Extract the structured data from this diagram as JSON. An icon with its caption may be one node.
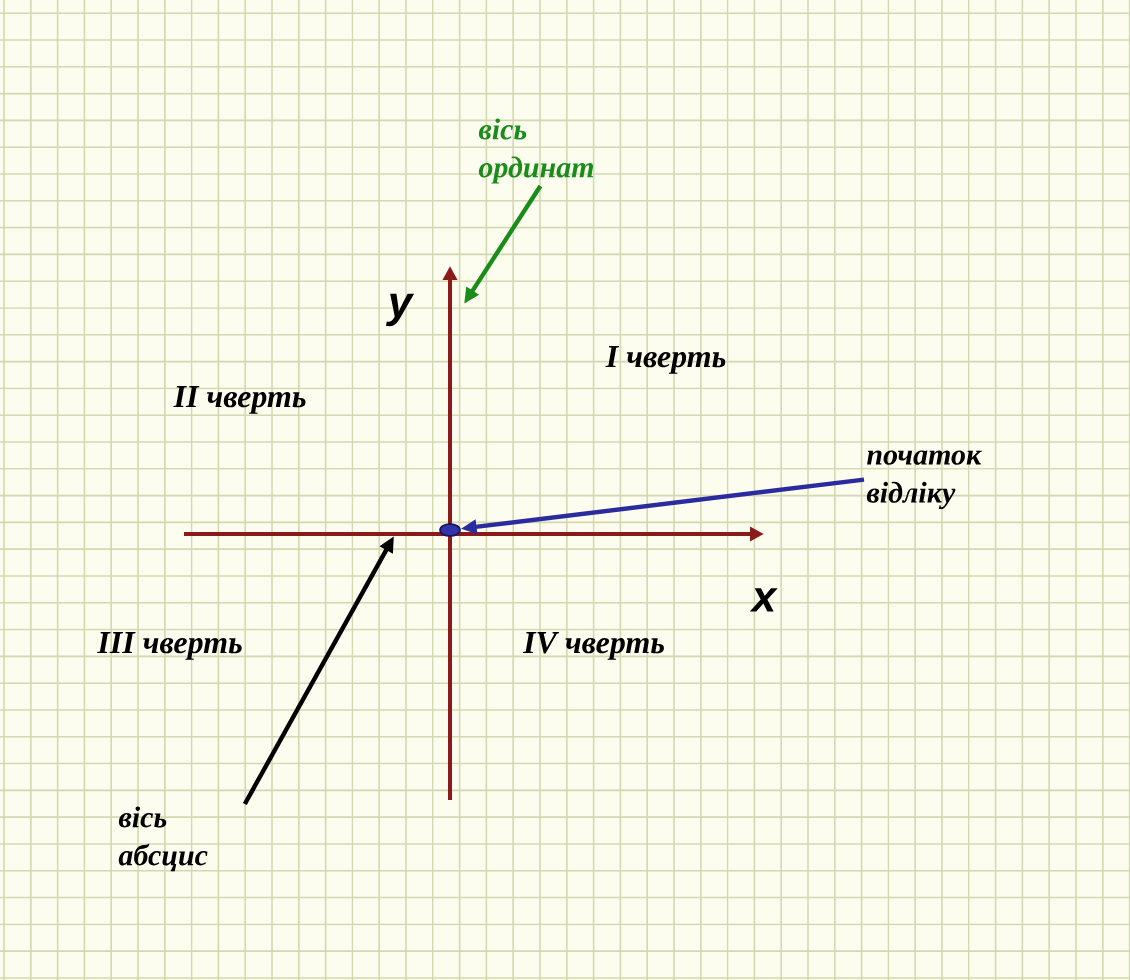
{
  "diagram": {
    "nodes": [
      {
        "text": [
          "вісь ординат"
        ]
      },
      {
        "text": [
          "початок відліку"
        ]
      },
      {
        "text": [],
        "shape": "circle"
      },
      {
        "text": [
          "вісь абсцис"
        ]
      }
    ],
    "edges": [
      {
        "from": 0,
        "to": null,
        "arrow": "to",
        "color": "#1a8c1a"
      },
      {
        "from": 1,
        "to": 2,
        "arrow": "to",
        "color": "#2b2ba0"
      },
      {
        "from": 3,
        "to": null,
        "arrow": "to",
        "color": "#000000"
      }
    ],
    "labels": [
      "y",
      "I чверть",
      "II чверть",
      "x",
      "III чверть",
      "IV чверть"
    ]
  }
}
